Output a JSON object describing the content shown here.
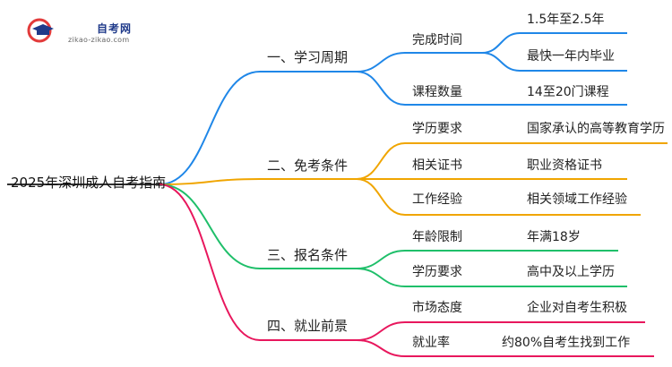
{
  "logo": {
    "title": "自考网",
    "subtitle": "zikao-zikao.com"
  },
  "mindmap": {
    "root": "2025年深圳成人自考指南",
    "branches": [
      {
        "label": "一、学习周期",
        "color": "#1f87e8",
        "items": [
          {
            "label": "完成时间",
            "values": [
              "1.5年至2.5年",
              "最快一年内毕业"
            ]
          },
          {
            "label": "课程数量",
            "values": [
              "14至20门课程"
            ]
          }
        ]
      },
      {
        "label": "二、免考条件",
        "color": "#f0a500",
        "items": [
          {
            "label": "学历要求",
            "values": [
              "国家承认的高等教育学历"
            ]
          },
          {
            "label": "相关证书",
            "values": [
              "职业资格证书"
            ]
          },
          {
            "label": "工作经验",
            "values": [
              "相关领域工作经验"
            ]
          }
        ]
      },
      {
        "label": "三、报名条件",
        "color": "#1fbf6a",
        "items": [
          {
            "label": "年龄限制",
            "values": [
              "年满18岁"
            ]
          },
          {
            "label": "学历要求",
            "values": [
              "高中及以上学历"
            ]
          }
        ]
      },
      {
        "label": "四、就业前景",
        "color": "#e8175d",
        "items": [
          {
            "label": "市场态度",
            "values": [
              "企业对自考生积极"
            ]
          },
          {
            "label": "就业率",
            "values": [
              "约80%自考生找到工作"
            ]
          }
        ]
      }
    ]
  }
}
